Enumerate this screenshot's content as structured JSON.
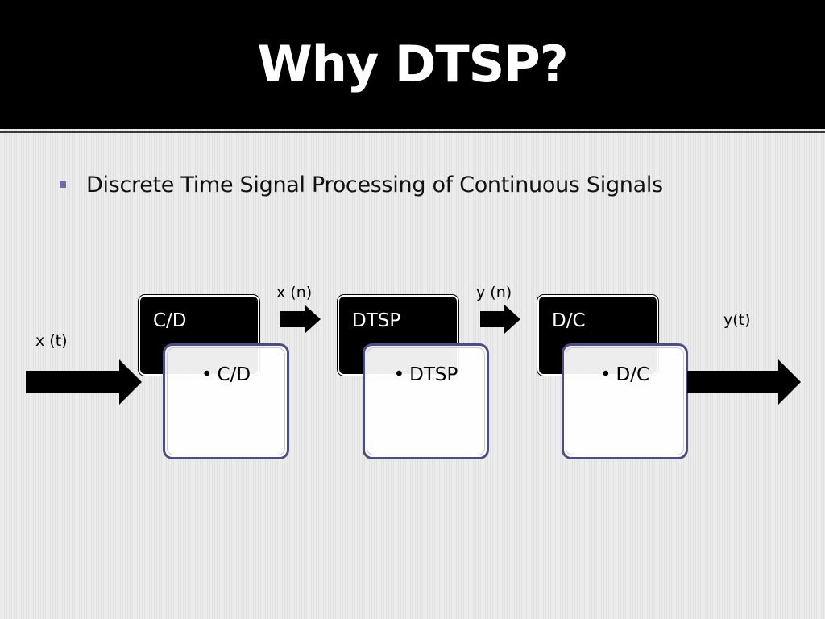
{
  "slide": {
    "title": "Why DTSP?",
    "bullet": "Discrete Time  Signal Processing of  Continuous  Signals"
  },
  "diagram": {
    "input_label": "x (t)",
    "output_label": "y(t)",
    "signal_labels": [
      "x (n)",
      "y (n)"
    ],
    "blocks": [
      {
        "header": "C/D",
        "bullet": "C/D"
      },
      {
        "header": "DTSP",
        "bullet": "DTSP"
      },
      {
        "header": "D/C",
        "bullet": "D/C"
      }
    ],
    "bullet_glyph": "•"
  },
  "colors": {
    "title_bar": "#000000",
    "bullet_marker": "#6a6fa8",
    "box_border": "#4c4e82",
    "arrow": "#000000"
  }
}
